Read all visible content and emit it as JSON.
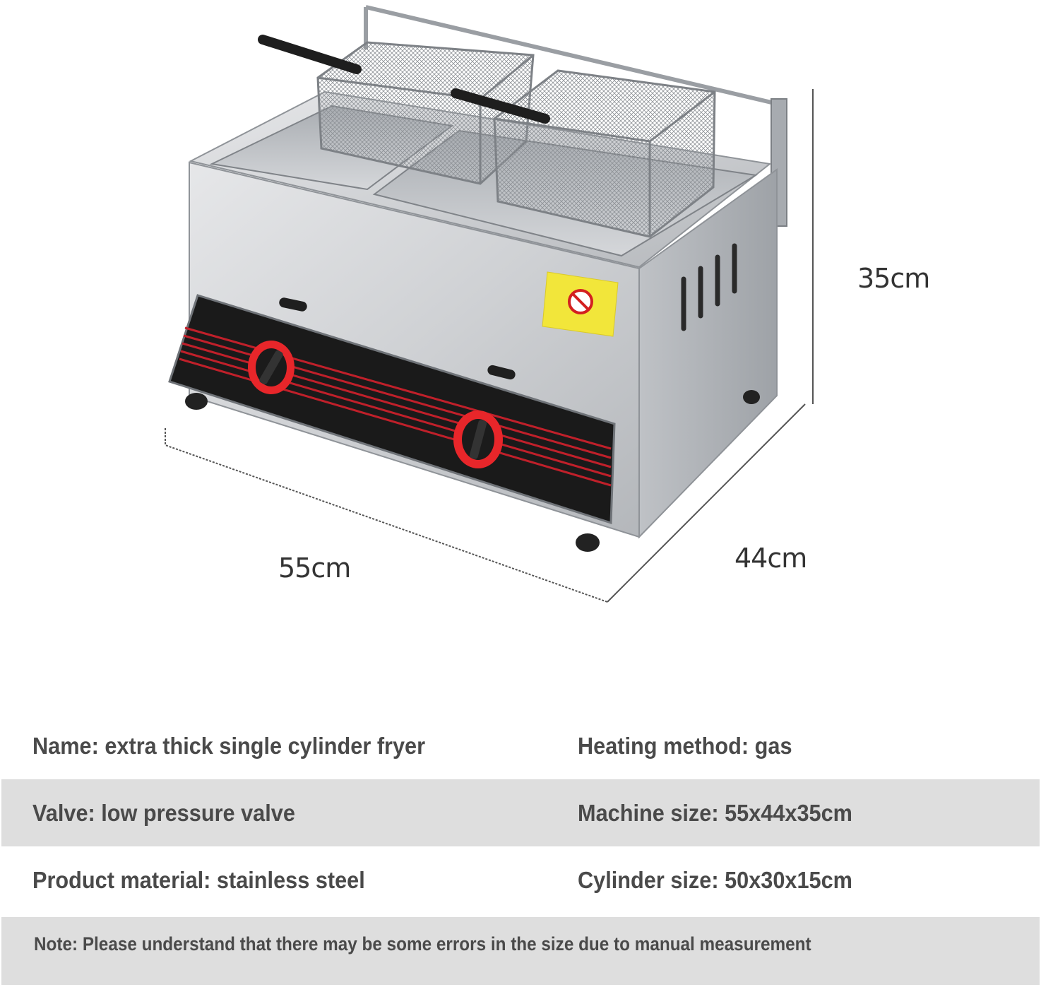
{
  "product_image": {
    "alt": "Stainless steel gas fryer with two frying baskets and two red control knobs",
    "dimensions": {
      "width_label": "55cm",
      "depth_label": "44cm",
      "height_label": "35cm"
    },
    "colors": {
      "panel": "#1a1a1a",
      "stripe": "#c0202a",
      "knob_ring": "#e8262a",
      "warning_label": "#f2e63a",
      "steel": "#c9cbce"
    }
  },
  "specs": {
    "rows": [
      {
        "left": "Name: extra thick single cylinder fryer",
        "right": "Heating method: gas",
        "shaded": false
      },
      {
        "left": "Valve: low pressure valve",
        "right": "Machine size: 55x44x35cm",
        "shaded": true
      },
      {
        "left": "Product material: stainless steel",
        "right": "Cylinder size: 50x30x15cm",
        "shaded": false
      }
    ],
    "note": "Note: Please understand that there may be some errors in the size due to manual measurement"
  }
}
